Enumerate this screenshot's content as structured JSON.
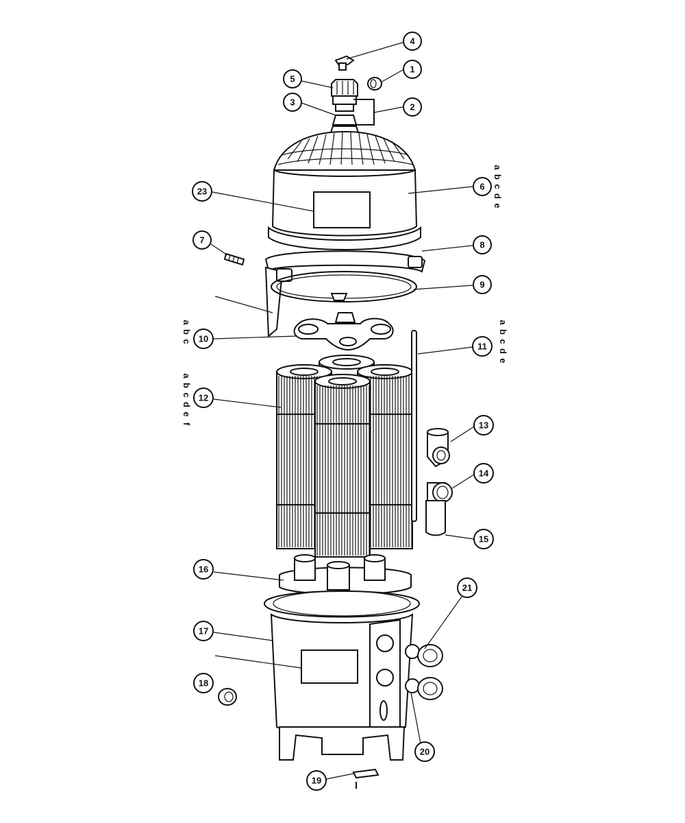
{
  "callouts": {
    "c1": "1",
    "c2": "2",
    "c3": "3",
    "c4": "4",
    "c5": "5",
    "c6": "6",
    "c7": "7",
    "c8": "8",
    "c9": "9",
    "c10": "10",
    "c11": "11",
    "c12": "12",
    "c13": "13",
    "c14": "14",
    "c15": "15",
    "c16": "16",
    "c17": "17",
    "c18": "18",
    "c19": "19",
    "c20": "20",
    "c21": "21",
    "c23": "23"
  },
  "variants": {
    "v6": [
      "a",
      "b",
      "c",
      "d",
      "e"
    ],
    "v10": [
      "a",
      "b",
      "c"
    ],
    "v11": [
      "a",
      "b",
      "c",
      "d",
      "e"
    ],
    "v12": [
      "a",
      "b",
      "c",
      "d",
      "e",
      "f"
    ]
  },
  "colors": {
    "ink": "#111111",
    "paper": "#ffffff"
  }
}
